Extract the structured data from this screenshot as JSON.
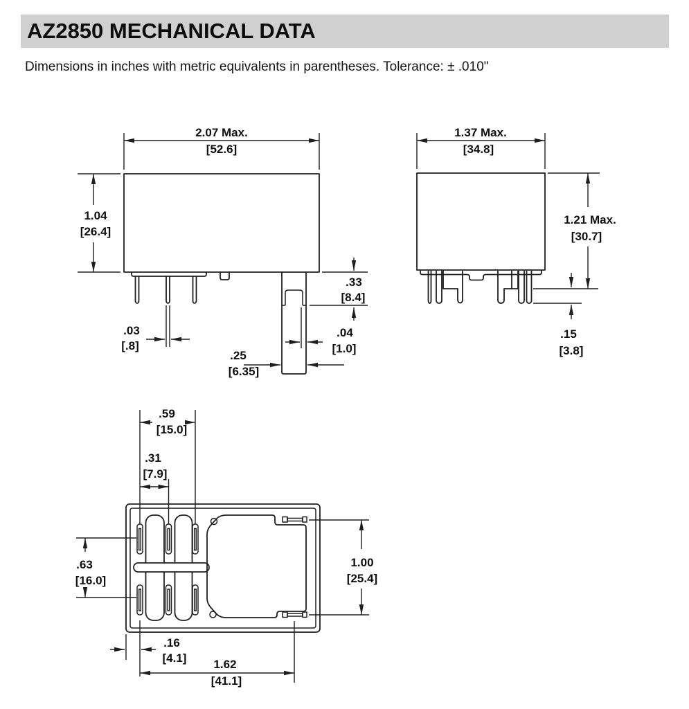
{
  "header": {
    "title": "AZ2850 MECHANICAL DATA"
  },
  "note": "Dimensions in inches with metric equivalents in parentheses. Tolerance: ± .010\"",
  "views": {
    "front": {
      "width_in": "2.07 Max.",
      "width_mm": "[52.6]",
      "height_in": "1.04",
      "height_mm": "[26.4]",
      "pin_length_in": ".33",
      "pin_length_mm": "[8.4]",
      "coil_pin_in": ".03",
      "coil_pin_mm": "[.8]",
      "blade_width_in": ".25",
      "blade_width_mm": "[6.35]",
      "blade_thick_in": ".04",
      "blade_thick_mm": "[1.0]"
    },
    "side": {
      "width_in": "1.37 Max.",
      "width_mm": "[34.8]",
      "height_in": "1.21 Max.",
      "height_mm": "[30.7]",
      "standoff_in": ".15",
      "standoff_mm": "[3.8]"
    },
    "bottom": {
      "pin_span_in": ".59",
      "pin_span_mm": "[15.0]",
      "pin_pitch_in": ".31",
      "pin_pitch_mm": "[7.9]",
      "row_span_in": ".63",
      "row_span_mm": "[16.0]",
      "blade_span_in": "1.00",
      "blade_span_mm": "[25.4]",
      "edge_offset_in": ".16",
      "edge_offset_mm": "[4.1]",
      "length_in": "1.62",
      "length_mm": "[41.1]"
    }
  }
}
